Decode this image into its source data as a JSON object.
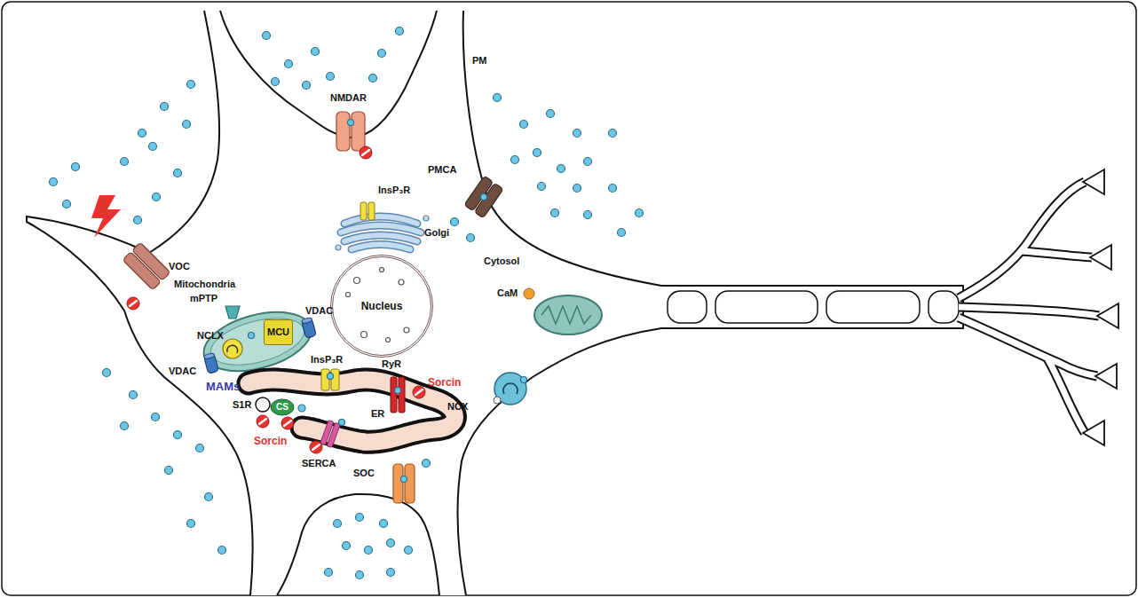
{
  "diagram": {
    "nodes": [
      {
        "text": [
          "Nucleus"
        ]
      },
      {
        "text": [
          "MCU"
        ]
      }
    ],
    "labels": [
      "PM",
      "NMDAR",
      "PMCA",
      "InsP₃R",
      "Golgi",
      "VOC",
      "Mitochondria",
      "mPTP",
      "VDAC",
      "NCLX",
      "VDAC",
      "Cytosol",
      "CaM",
      "MAMs",
      "InsP₃R",
      "RyR",
      "Sorcin",
      "S1R",
      "CS",
      "Sorcin",
      "SERCA",
      "ER",
      "SOC",
      "NCX"
    ]
  }
}
